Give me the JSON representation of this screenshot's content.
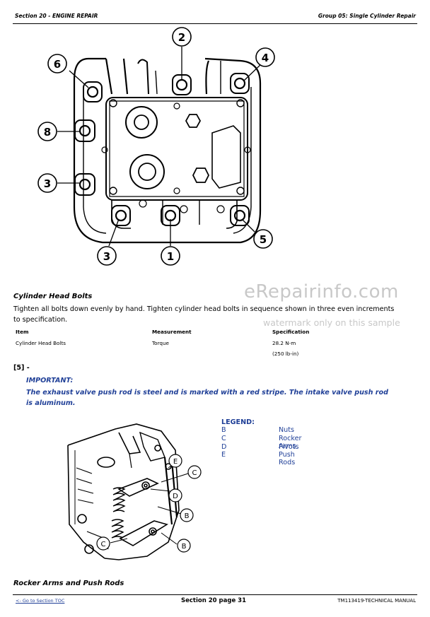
{
  "header": {
    "left": "Section 20 - ENGINE REPAIR",
    "right": "Group 05: Single Cylinder Repair"
  },
  "figure1": {
    "callouts": [
      "2",
      "4",
      "6",
      "8",
      "3",
      "3",
      "1",
      "5"
    ]
  },
  "section1": {
    "title": "Cylinder Head Bolts",
    "text": "Tighten all bolts down evenly by hand. Tighten cylinder head bolts in sequence shown in three even increments to specification."
  },
  "spec_table": {
    "headers": [
      "Item",
      "Measurement",
      "Specification"
    ],
    "row": {
      "item": "Cylinder Head Bolts",
      "measurement": "Torque",
      "spec_metric": "28.2 N-m",
      "spec_imperial": "(250 lb-in)"
    }
  },
  "watermark": {
    "line1": "eRepairinfo.com",
    "line2": "watermark only on this sample"
  },
  "step": "[5] -",
  "important": {
    "label": "IMPORTANT:",
    "text": "The exhaust valve push rod is steel and is marked with a red stripe. The intake valve push rod is aluminum."
  },
  "legend": {
    "title": "LEGEND:",
    "items": [
      {
        "key": "B",
        "value": "Nuts"
      },
      {
        "key": "C",
        "value": "Rocker Arms"
      },
      {
        "key": "D",
        "value": "Pivots"
      },
      {
        "key": "E",
        "value": "Push Rods"
      }
    ]
  },
  "figure2": {
    "callouts": [
      "E",
      "C",
      "D",
      "B",
      "C",
      "B"
    ]
  },
  "section2": {
    "title": "Rocker Arms and Push Rods"
  },
  "footer": {
    "left": "<- Go to Section TOC",
    "center": "Section 20 page 31",
    "right": "TM113419-TECHNICAL MANUAL"
  }
}
